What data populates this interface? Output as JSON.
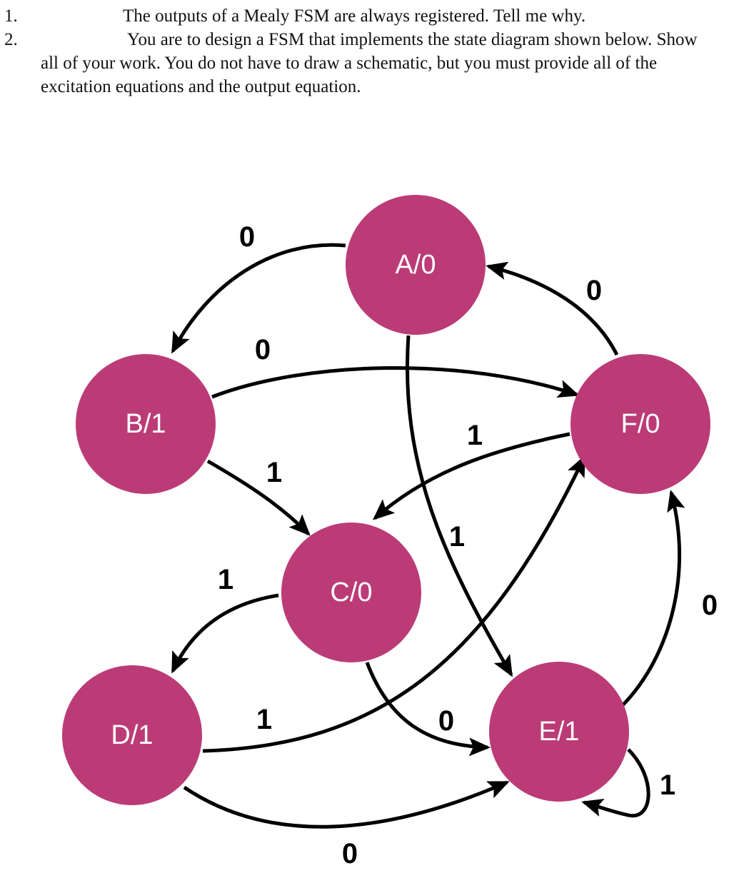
{
  "questions": [
    {
      "number": "1.",
      "lines": [
        "The outputs of a Mealy FSM are always registered. Tell me why."
      ]
    },
    {
      "number": "2.",
      "lines": [
        "You are to design a FSM that implements the state diagram shown below. Show",
        "all of your work. You do not have to draw a schematic, but you must provide all of the",
        "excitation equations and the output equation."
      ]
    }
  ],
  "diagram": {
    "colors": {
      "state_fill": "#bb3b77",
      "edge": "#000000",
      "state_text": "#ffffff"
    },
    "states": [
      {
        "id": "A",
        "label": "A/0"
      },
      {
        "id": "B",
        "label": "B/1"
      },
      {
        "id": "C",
        "label": "C/0"
      },
      {
        "id": "D",
        "label": "D/1"
      },
      {
        "id": "E",
        "label": "E/1"
      },
      {
        "id": "F",
        "label": "F/0"
      }
    ],
    "transitions": [
      {
        "from": "A",
        "to": "B",
        "input": "0"
      },
      {
        "from": "A",
        "to": "E",
        "input": "1"
      },
      {
        "from": "B",
        "to": "F",
        "input": "0"
      },
      {
        "from": "B",
        "to": "C",
        "input": "1"
      },
      {
        "from": "F",
        "to": "A",
        "input": "0"
      },
      {
        "from": "F",
        "to": "C",
        "input": "1"
      },
      {
        "from": "C",
        "to": "D",
        "input": "1"
      },
      {
        "from": "C",
        "to": "E",
        "input": "0"
      },
      {
        "from": "D",
        "to": "F",
        "input": "1"
      },
      {
        "from": "D",
        "to": "E",
        "input": "0"
      },
      {
        "from": "E",
        "to": "F",
        "input": "0"
      },
      {
        "from": "E",
        "to": "E",
        "input": "1"
      }
    ]
  }
}
